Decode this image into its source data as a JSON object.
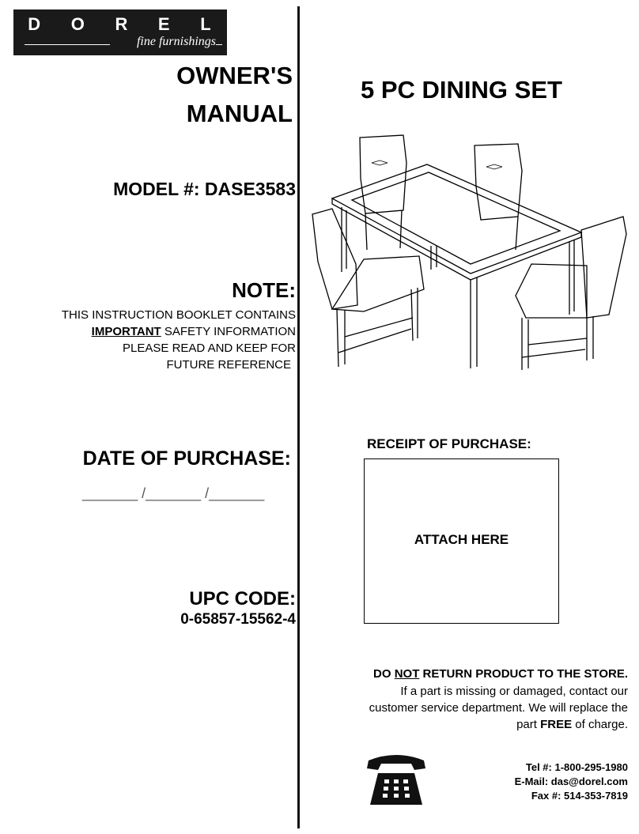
{
  "logo": {
    "brand": [
      "D",
      "O",
      "R",
      "E",
      "L"
    ],
    "sub": "fine furnishings"
  },
  "left": {
    "owners_manual": [
      "OWNER'S",
      "MANUAL"
    ],
    "model": "MODEL #: DASE3583",
    "note_heading": "NOTE:",
    "note_lines": [
      {
        "pre": "",
        "bold": "",
        "post": "THIS INSTRUCTION BOOKLET CONTAINS"
      },
      {
        "pre": "",
        "bold": "IMPORTANT",
        "post": " SAFETY INFORMATION"
      },
      {
        "pre": "",
        "bold": "",
        "post": "PLEASE READ AND KEEP  FOR"
      },
      {
        "pre": "",
        "bold": "",
        "post": "FUTURE REFERENCE"
      }
    ],
    "date_heading": "DATE OF PURCHASE:",
    "date_blank": "_______ /_______ /_______",
    "upc_heading": "UPC CODE:",
    "upc_value": "0-65857-15562-4"
  },
  "right": {
    "title": "5 PC DINING SET",
    "receipt_heading": "RECEIPT OF PURCHASE:",
    "attach": "ATTACH HERE",
    "do_not": {
      "a": "DO ",
      "b": "NOT",
      "c": " RETURN PRODUCT TO THE STORE."
    },
    "missing_lines": [
      "If a part is missing or damaged, contact our",
      "customer service department. We will replace the"
    ],
    "free": {
      "a": "part ",
      "b": "FREE",
      "c": " of charge."
    },
    "contact": [
      "Tel #: 1-800-295-1980",
      "E-Mail: das@dorel.com",
      "Fax #: 514-353-7819"
    ]
  },
  "icons": {
    "illustration": "dining-set-illustration",
    "phone": "telephone-icon"
  }
}
